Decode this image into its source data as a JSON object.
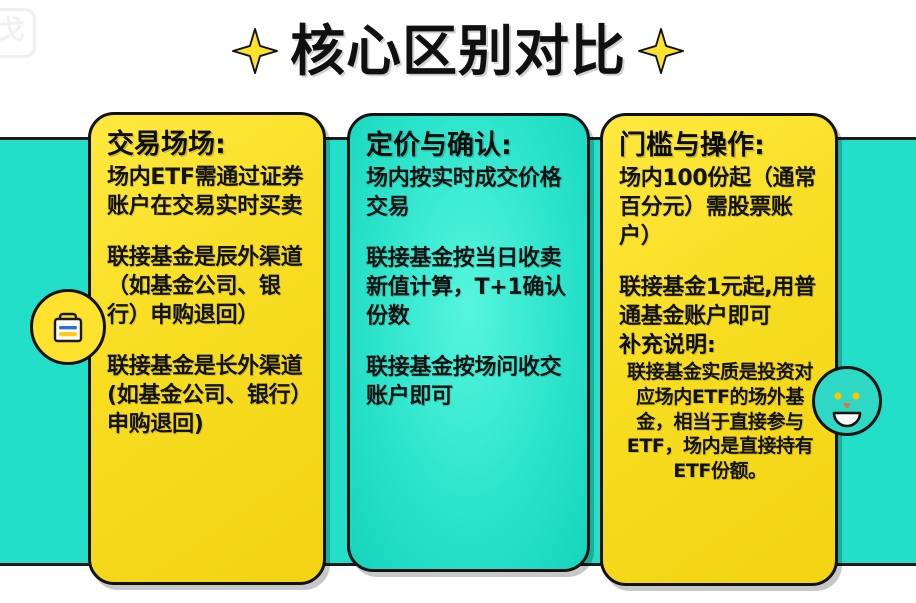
{
  "watermark": {
    "glyph": "戈"
  },
  "header": {
    "title": "核心区别对比",
    "left_sparkle": "sparkle-icon",
    "right_sparkle": "sparkle-icon"
  },
  "icons": {
    "left_badge": "briefcase-icon",
    "right_badge": "smiley-face-icon"
  },
  "colors": {
    "background_band": "#23dec8",
    "card_yellow": "#f7dd21",
    "card_teal": "#2ce4cb",
    "outline": "#111111",
    "text": "#121212",
    "page": "#ffffff"
  },
  "cards": [
    {
      "id": "trading-venue",
      "theme": "yellow",
      "heading": "交易场场:",
      "paragraphs": [
        "场内ETF需通过证券账户在交易实时买卖",
        "联接基金是辰外渠道（如基金公司、银行）申购退回）",
        "联接基金是长外渠道(如基金公司、银行）申购退回)"
      ]
    },
    {
      "id": "pricing-confirmation",
      "theme": "teal",
      "heading": "定价与确认:",
      "paragraphs": [
        "场内按实时成交价格交易",
        "联接基金按当日收卖新值计算，T+1确认份数",
        "联接基金按场问收交账户即可"
      ]
    },
    {
      "id": "threshold-operation",
      "theme": "yellow",
      "heading": "门槛与操作:",
      "paragraphs": [
        "场内100份起（通常百分元）需股票账户）",
        "联接基金1元起,用普通基金账户即可"
      ],
      "note_heading": "补充说明:",
      "note_body": "联接基金实质是投资对应场内ETF的场外基金，相当于直接参与ETF，场内是直接持有ETF份额。"
    }
  ]
}
